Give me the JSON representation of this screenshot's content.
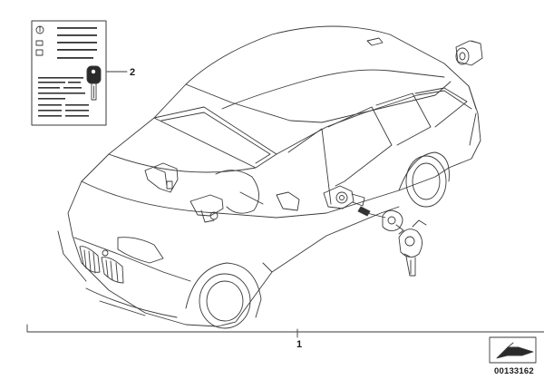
{
  "callouts": {
    "kit_label": "2",
    "main_label": "1"
  },
  "diagram_number": "00133162",
  "colors": {
    "line": "#3a3a3a",
    "doc_bars": "#333333",
    "paper": "#ffffff"
  },
  "icons": [
    "info-document-icon",
    "key-icon",
    "ignition-lock-icon",
    "door-lock-cylinder-icon",
    "car-outline-icon",
    "frame-symbol-icon"
  ]
}
